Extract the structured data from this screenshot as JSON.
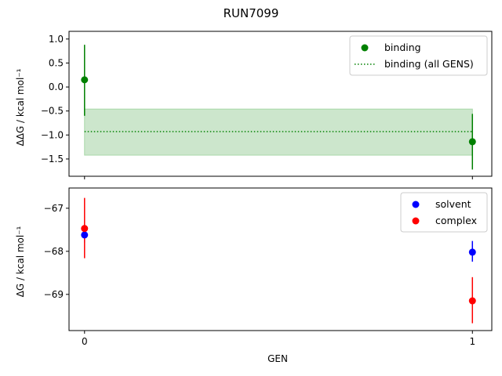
{
  "chart_data": [
    {
      "type": "scatter",
      "title": "RUN7099",
      "xlabel": "",
      "ylabel": "ΔΔG / kcal mol⁻¹",
      "xlim": [
        -0.04,
        1.05
      ],
      "ylim": [
        -1.86,
        1.16
      ],
      "yticks": [
        1.0,
        0.5,
        0.0,
        -0.5,
        -1.0,
        -1.5
      ],
      "ytick_labels": [
        "1.0",
        "0.5",
        "0.0",
        "−0.5",
        "−1.0",
        "−1.5"
      ],
      "xticks": [
        0,
        1
      ],
      "grid": false,
      "legend_position": "top-right",
      "series": [
        {
          "name": "binding",
          "color": "#008000",
          "x": [
            0,
            1
          ],
          "y": [
            0.15,
            -1.14
          ],
          "yerr_low": [
            -0.6,
            -1.72
          ],
          "yerr_high": [
            0.88,
            -0.56
          ]
        }
      ],
      "reference": {
        "name": "binding (all GENS)",
        "color": "#008000",
        "value": -0.93,
        "band": [
          -1.42,
          -0.46
        ],
        "band_color": "#cce6cc"
      }
    },
    {
      "type": "scatter",
      "xlabel": "GEN",
      "ylabel": "ΔG / kcal mol⁻¹",
      "xlim": [
        -0.04,
        1.05
      ],
      "ylim": [
        -69.84,
        -66.53
      ],
      "yticks": [
        -67,
        -68,
        -69
      ],
      "ytick_labels": [
        "−67",
        "−68",
        "−69"
      ],
      "xticks": [
        0,
        1
      ],
      "xtick_labels": [
        "0",
        "1"
      ],
      "grid": false,
      "legend_position": "top-right",
      "series": [
        {
          "name": "solvent",
          "color": "#0000ff",
          "x": [
            0,
            1
          ],
          "y": [
            -67.62,
            -68.02
          ],
          "yerr_low": [
            -67.8,
            -68.24
          ],
          "yerr_high": [
            -67.44,
            -67.76
          ]
        },
        {
          "name": "complex",
          "color": "#ff0000",
          "x": [
            0,
            1
          ],
          "y": [
            -67.47,
            -69.15
          ],
          "yerr_low": [
            -68.16,
            -69.67
          ],
          "yerr_high": [
            -66.76,
            -68.6
          ]
        }
      ]
    }
  ]
}
